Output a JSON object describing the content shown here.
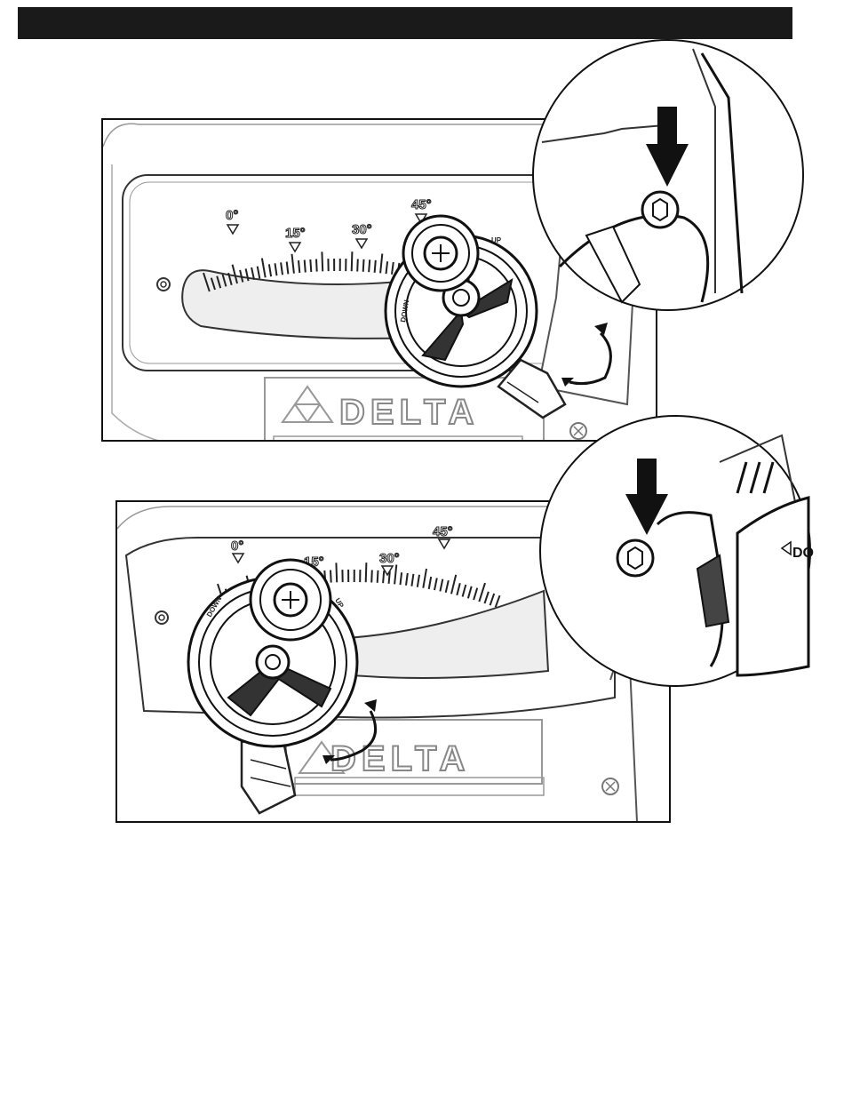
{
  "figures": [
    {
      "scale_labels": [
        "0°",
        "15°",
        "30°",
        "45°"
      ],
      "dial_up_label": "UP",
      "dial_down_label": "DOWN",
      "brand": "DELTA"
    },
    {
      "scale_labels": [
        "0°",
        "15°",
        "30°",
        "45°"
      ],
      "dial_up_label": "UP",
      "dial_down_label": "DOWN",
      "brand": "DELTA",
      "zoom_label": "DO"
    }
  ]
}
